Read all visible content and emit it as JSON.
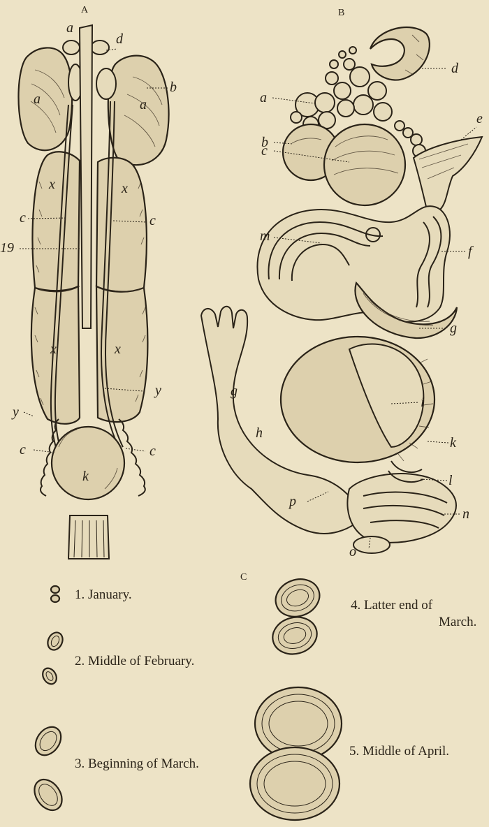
{
  "panels": {
    "a": "A",
    "b": "B",
    "c": "C"
  },
  "labels_a": {
    "a_left": "a",
    "a_top": "a",
    "d_top": "d",
    "b_right": "b",
    "a_right": "a",
    "x_left_upper": "x",
    "x_right_upper": "x",
    "c_left": "c",
    "c_right": "c",
    "num_19": "19",
    "x_left_lower": "x",
    "x_right_lower": "x",
    "y_right": "y",
    "y_left": "y",
    "c_lower_left": "c",
    "c_lower_right": "c",
    "k": "k"
  },
  "labels_b": {
    "d": "d",
    "a": "a",
    "b": "b",
    "c": "c",
    "e": "e",
    "m": "m",
    "f": "f",
    "g_right": "g",
    "g_left": "g",
    "h": "h",
    "i": "i",
    "k": "k",
    "l": "l",
    "p": "p",
    "n": "n",
    "o": "o"
  },
  "captions": [
    {
      "number": "1.",
      "text": "January."
    },
    {
      "number": "2.",
      "text": "Middle of February."
    },
    {
      "number": "3.",
      "text": "Beginning of March."
    },
    {
      "number": "4.",
      "text": "Latter end of",
      "text2": "March."
    },
    {
      "number": "5.",
      "text": "Middle of April."
    }
  ]
}
